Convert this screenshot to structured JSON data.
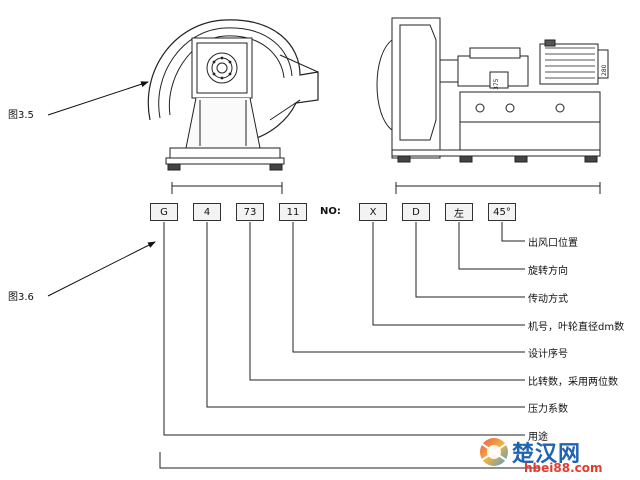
{
  "figure_labels": {
    "fig1": "图3.5",
    "fig2": "图3.6"
  },
  "code_boxes": [
    {
      "value": "G"
    },
    {
      "value": "4"
    },
    {
      "value": "73"
    },
    {
      "value": "11"
    },
    {
      "value": "X"
    },
    {
      "value": "D"
    },
    {
      "value": "左"
    },
    {
      "value": "45°"
    }
  ],
  "no_label": "NO:",
  "descriptions": [
    "出风口位置",
    "旋转方向",
    "传动方式",
    "机号，叶轮直径dm数",
    "设计序号",
    "比转数，采用两位数",
    "压力系数",
    "用途"
  ],
  "motor_labels": {
    "left": "375",
    "right": "280"
  },
  "watermark": {
    "name": "楚汉网",
    "url": "hbei88.com"
  }
}
